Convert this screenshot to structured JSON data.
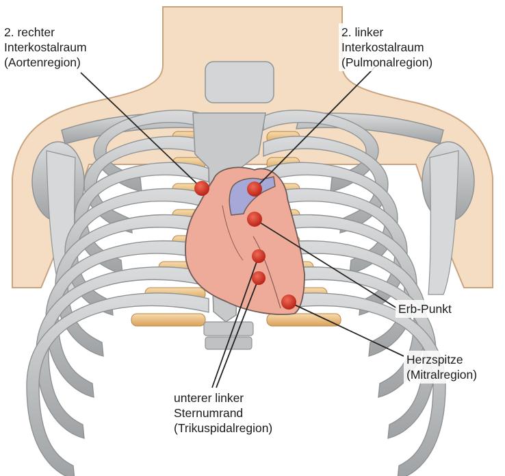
{
  "labels": {
    "aortic": [
      "2. rechter",
      "Interkostalraum",
      "(Aortenregion)"
    ],
    "pulmonary": [
      "2. linker",
      "Interkostalraum",
      "(Pulmonalregion)"
    ],
    "erb": [
      "Erb-Punkt"
    ],
    "apex": [
      "Herzspitze",
      "(Mitralregion)"
    ],
    "tricuspid": [
      "unterer linker",
      "Sternumrand",
      "(Trikuspidalregion)"
    ]
  },
  "colors": {
    "skin": "#f5ddc4",
    "skin_outline": "#c9a27e",
    "bone": "#c9cbcc",
    "bone_dark": "#8f9294",
    "cartilage": "#f0c98b",
    "heart": "#efab99",
    "vessel": "#a6a8d8",
    "dot": "#d52b1e",
    "line": "#222222"
  }
}
